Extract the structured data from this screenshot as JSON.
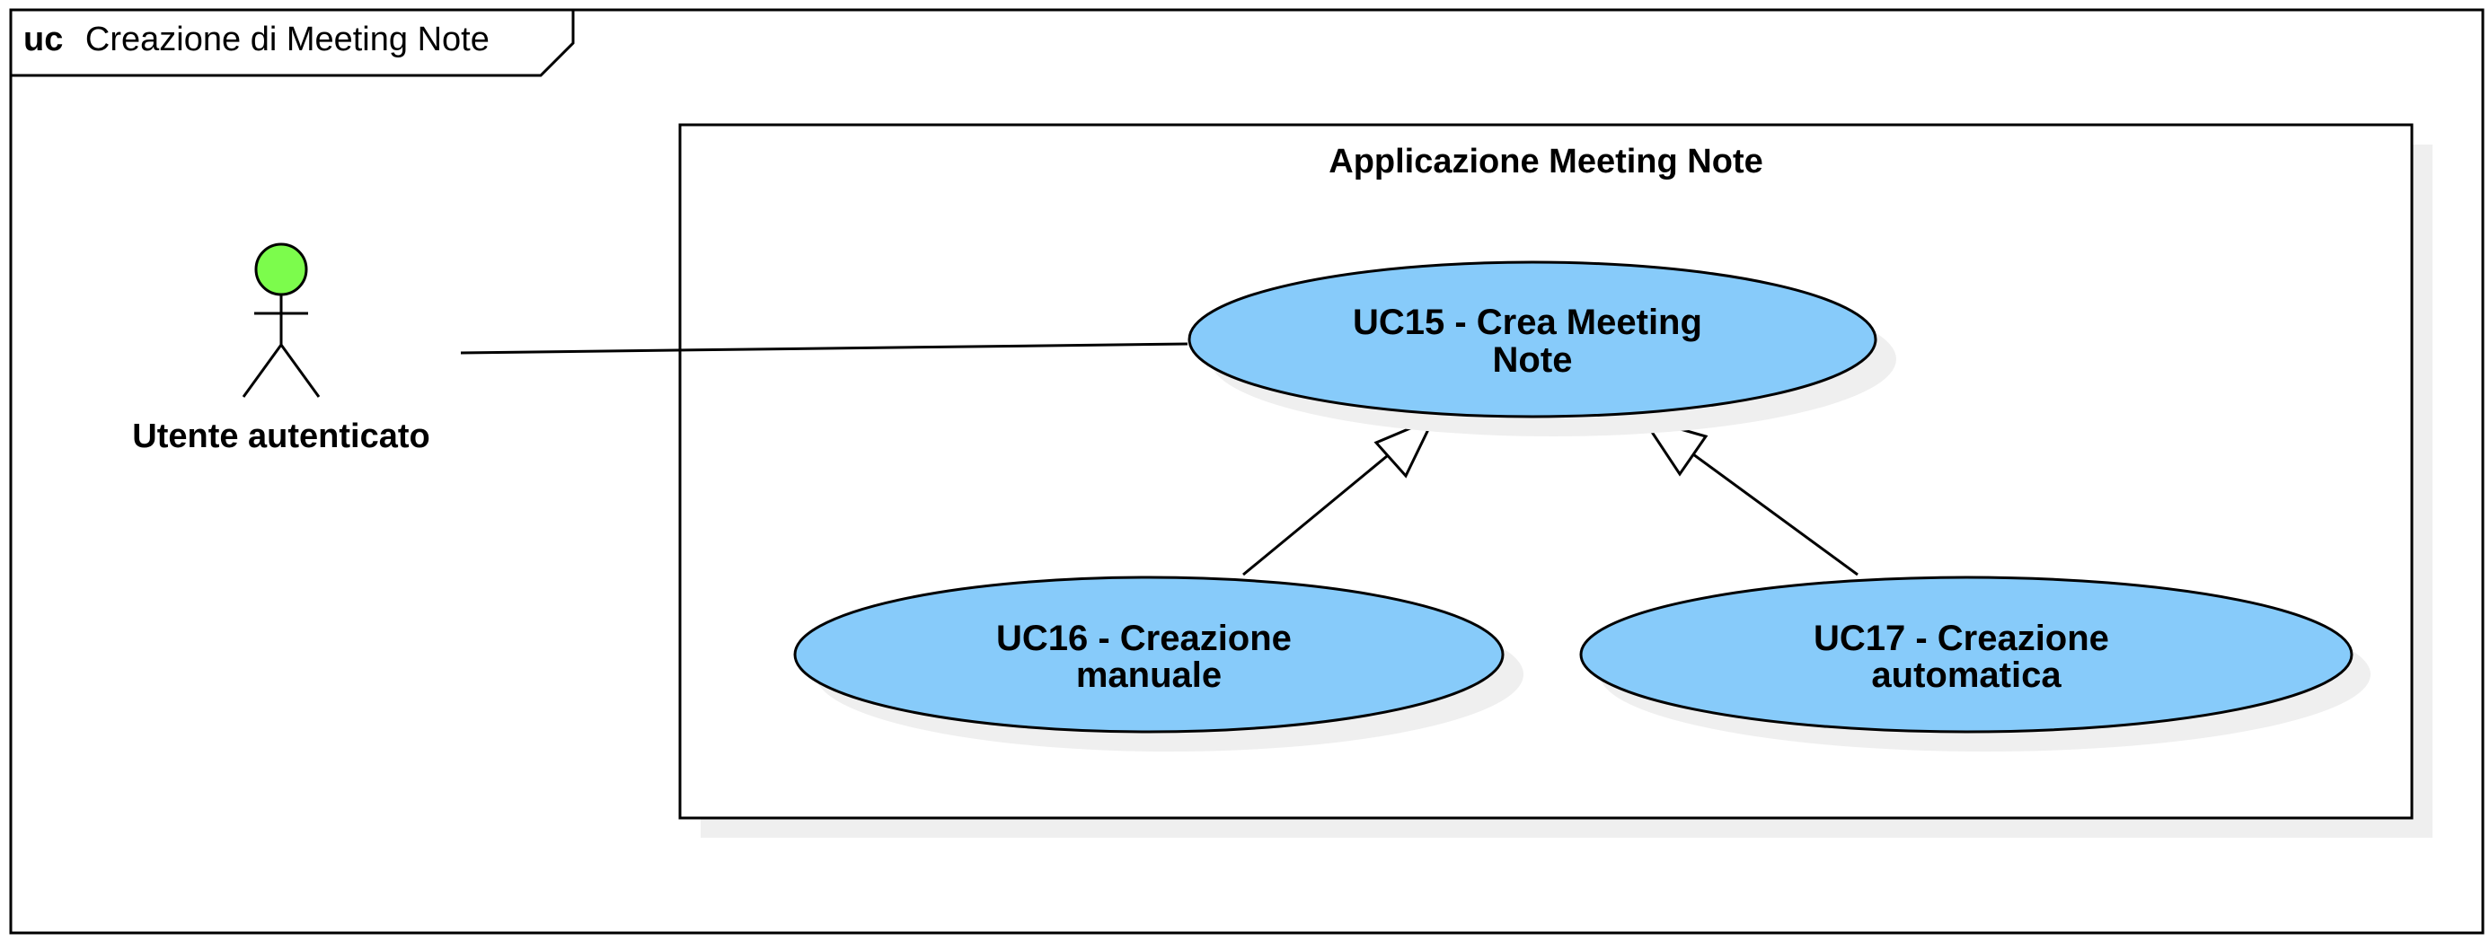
{
  "frame": {
    "keyword": "uc",
    "title": "Creazione di Meeting Note"
  },
  "system": {
    "name": "Applicazione Meeting Note"
  },
  "actor": {
    "label": "Utente autenticato",
    "head_color": "#7CFC4C"
  },
  "use_cases": [
    {
      "id": "uc15",
      "lines": [
        "UC15 - Crea Meeting",
        "Note"
      ]
    },
    {
      "id": "uc16",
      "lines": [
        "UC16 - Creazione",
        "manuale"
      ]
    },
    {
      "id": "uc17",
      "lines": [
        "UC17 - Creazione",
        "automatica"
      ]
    }
  ],
  "colors": {
    "use_case_fill": "#87CBFA",
    "stroke": "#000000",
    "shadow": "#EFEFEF"
  }
}
